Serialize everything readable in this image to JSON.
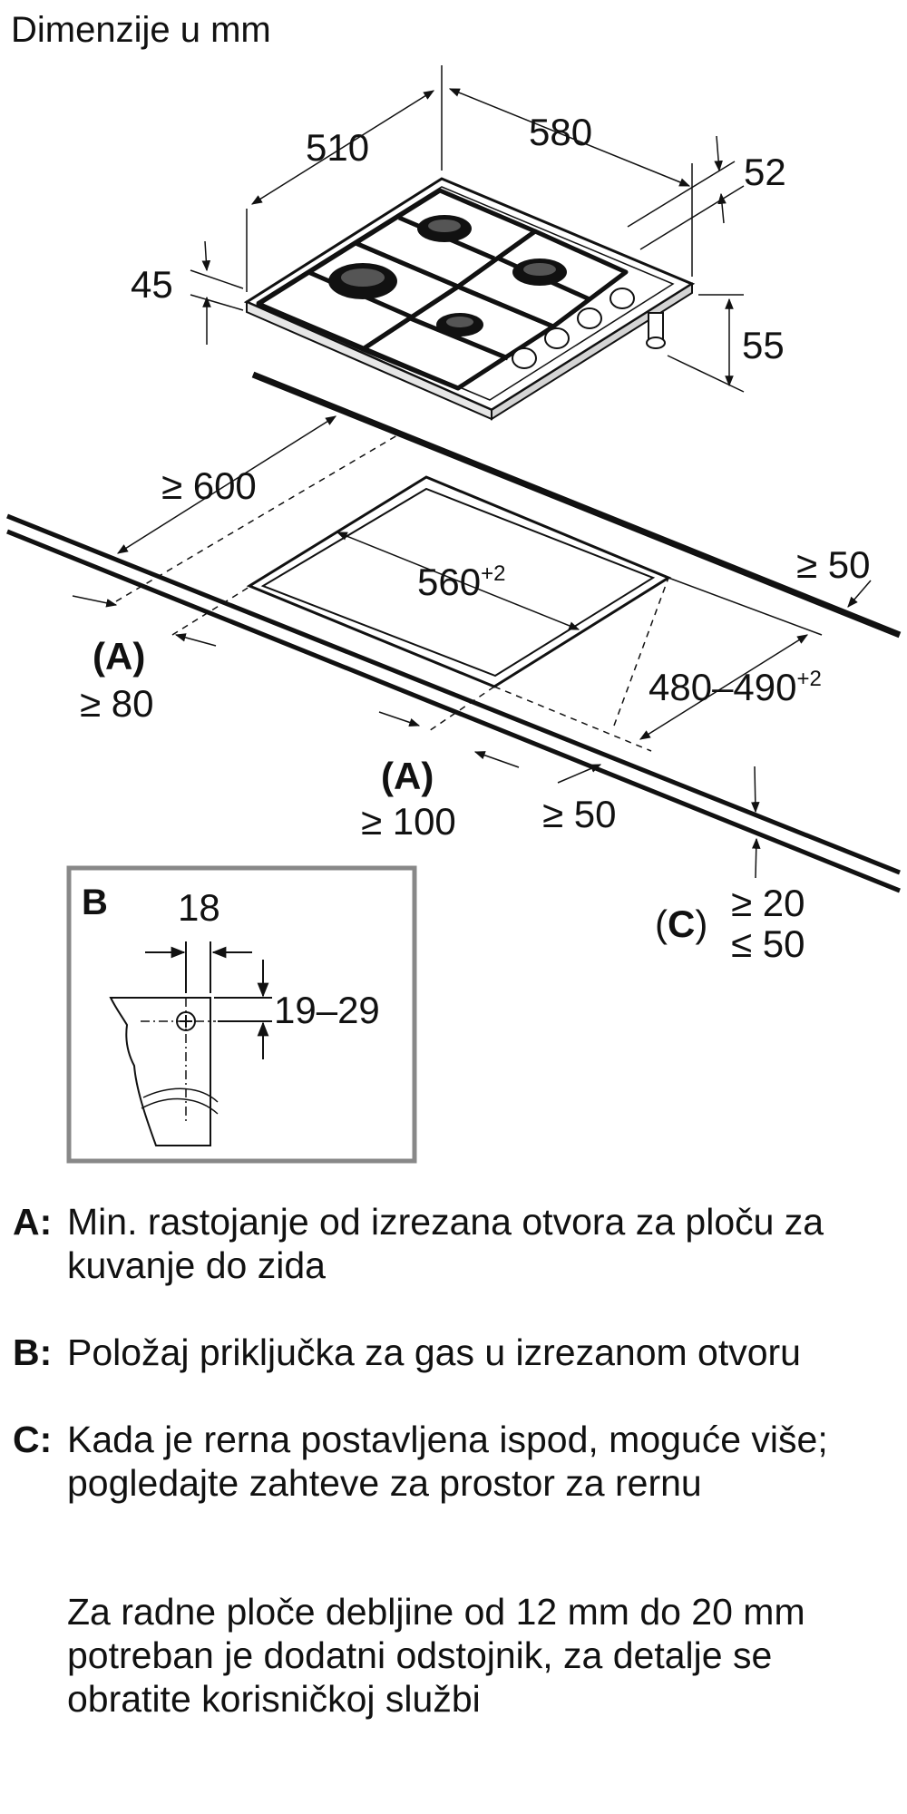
{
  "title": "Dimenzije u mm",
  "dimensions": {
    "depth": "510",
    "width": "580",
    "rear_offset": "52",
    "pan_support_height": "45",
    "connector_height": "55",
    "wall_distance": "≥ 600",
    "right_wall_distance": "≥ 50",
    "cutout_width": "560",
    "cutout_width_tol": "+2",
    "cutout_depth": "480–490",
    "cutout_depth_tol": "+2",
    "front_edge_distance": "≥ 50",
    "side_a": {
      "label": "A",
      "value": "≥ 80"
    },
    "front_a": {
      "label": "A",
      "value": "≥ 100"
    },
    "worktop_c": {
      "label": "C",
      "min": "≥ 20",
      "max": "≤ 50"
    }
  },
  "detail_b": {
    "label": "B",
    "width": "18",
    "height": "19–29"
  },
  "legend": [
    {
      "key": "A:",
      "text": "Min. rastojanje od izrezana otvora za ploču za kuvanje do zida"
    },
    {
      "key": "B:",
      "text": "Položaj priključka za gas u izrezanom otvoru"
    },
    {
      "key": "C:",
      "text": "Kada je rerna postavljena ispod, moguće više; pogledajte zahteve za prostor za rernu"
    }
  ],
  "note": "Za radne ploče debljine od 12 mm do 20 mm potreban je dodatni odstojnik, za detalje se obratite korisničkoj službi"
}
